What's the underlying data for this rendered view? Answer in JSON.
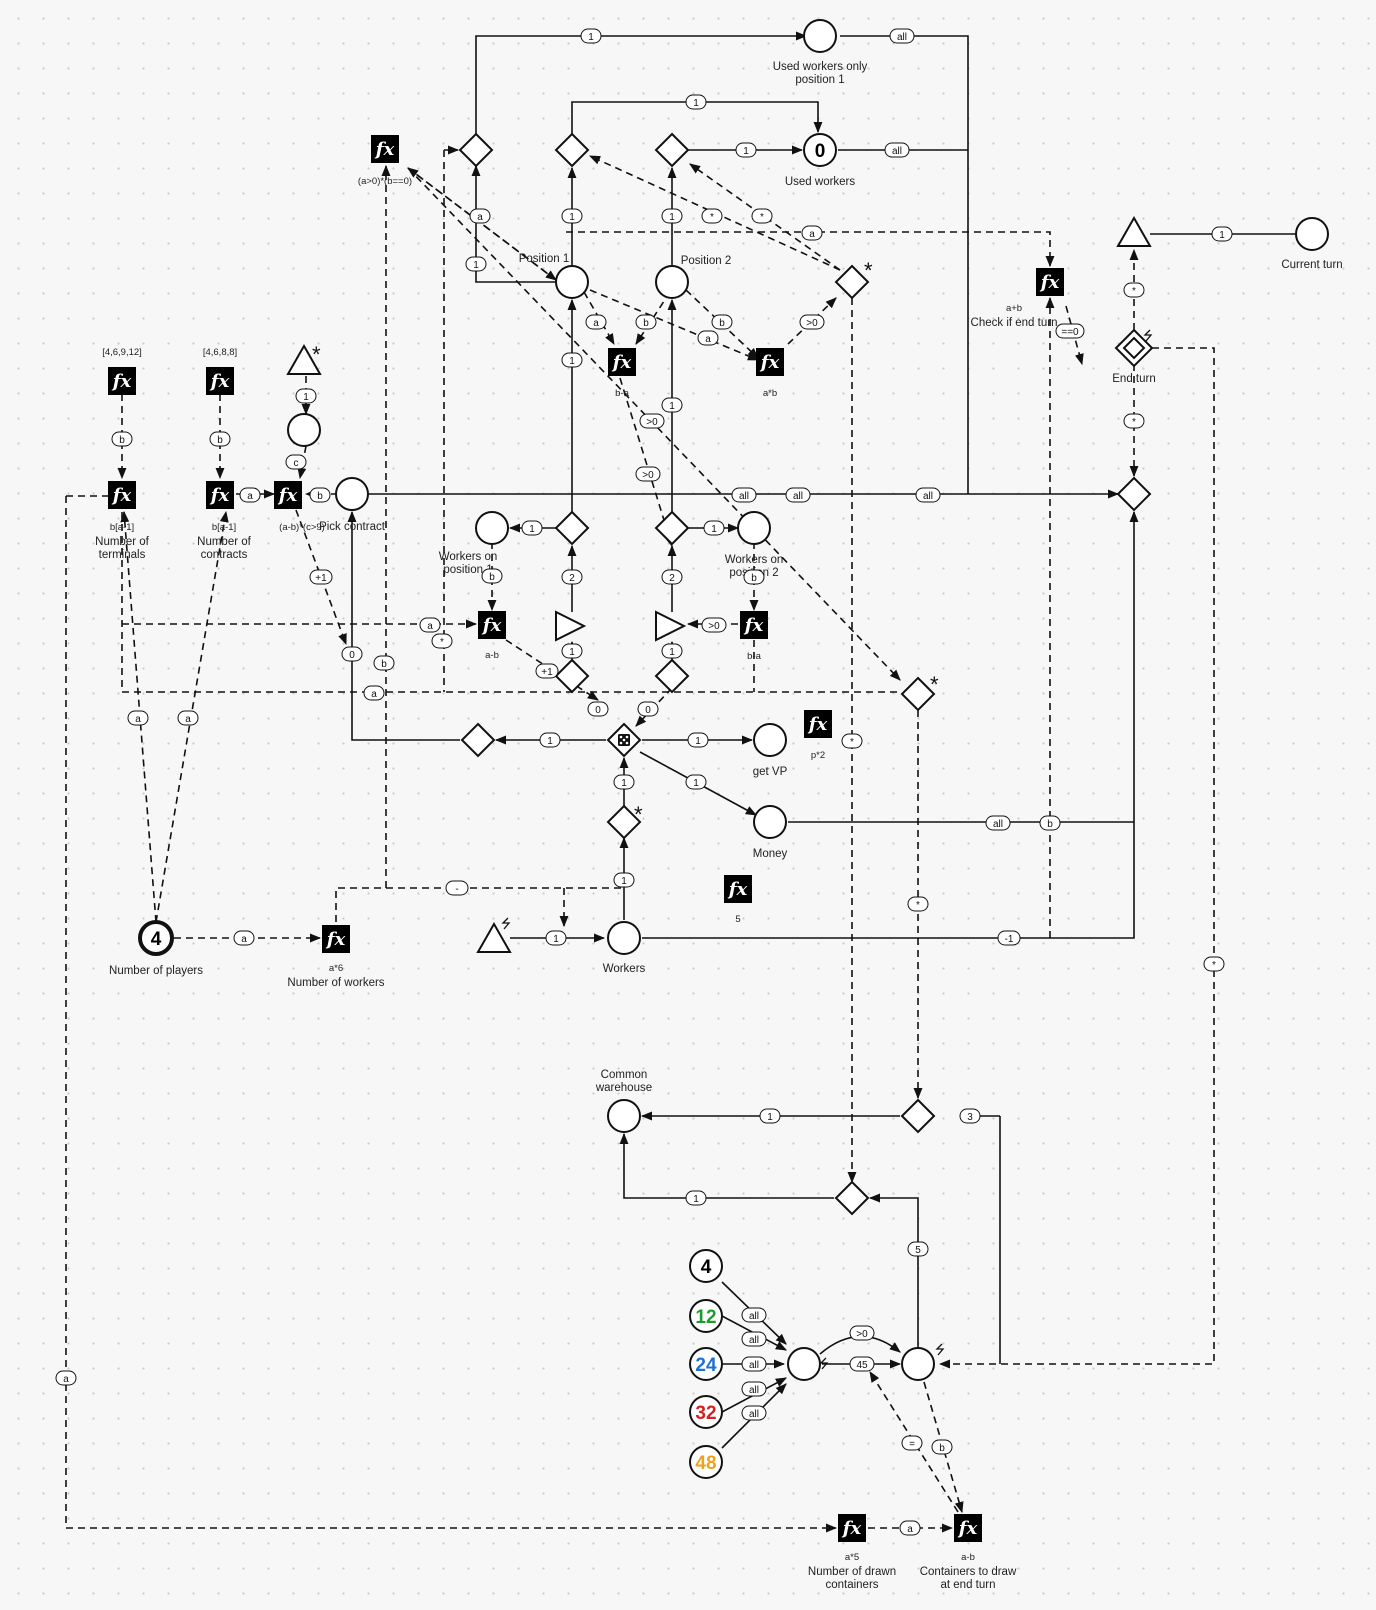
{
  "nodes": {
    "used_only_p1": "Used workers only\nposition 1",
    "used_workers": "Used workers",
    "used_workers_value": "0",
    "current_turn": "Current turn",
    "end_turn": "End turn",
    "check_end_turn": "Check if end turn",
    "check_end_turn_formula": "a+b",
    "position1": "Position 1",
    "position2": "Position 2",
    "workers_on_p1": "Workers on\nposition 1",
    "workers_on_p2": "Workers on\nposition 2",
    "pick_contract": "Pick contract",
    "num_terminals": "Number of\nterminals",
    "num_terminals_formula": "b[a-1]",
    "num_contracts": "Number of\ncontracts",
    "num_contracts_formula": "b[a-1]",
    "terminals_list": "[4,6,9,12]",
    "contracts_list": "[4,6,8,8]",
    "contract_formula": "(a-b)*(c>9)",
    "cond_formula": "(a>0)*(b==0)",
    "number_of_players": "Number of players",
    "players_value": "4",
    "number_of_workers": "Number of workers",
    "workers_formula": "a*6",
    "workers": "Workers",
    "get_vp": "get VP",
    "vp_formula": "p*2",
    "money": "Money",
    "five_formula": "5",
    "common_warehouse": "Common\nwarehouse",
    "drawn_containers": "Number of drawn\ncontainers",
    "drawn_formula": "a*5",
    "containers_to_draw": "Containers to draw\nat end turn",
    "containers_formula": "a-b",
    "f_amb": "a-b",
    "f_bma": "b-a",
    "f_bma2": "b-a",
    "f_atb": "a*b",
    "pool_4": "4",
    "pool_12": "12",
    "pool_24": "24",
    "pool_32": "32",
    "pool_48": "48",
    "fx": "fx"
  },
  "colors": {
    "pool_12": "#1a9e2a",
    "pool_24": "#1f6fd1",
    "pool_32": "#d42020",
    "pool_48": "#f0a21c"
  },
  "labels": {
    "one": "1",
    "two": "2",
    "three": "3",
    "five": "5",
    "zero": "0",
    "c45": "45",
    "all": "all",
    "a": "a",
    "b": "b",
    "c": "c",
    "star": "*",
    "gt0": ">0",
    "eq0": "==0",
    "plus1": "+1",
    "eq": "=",
    "dash": "-",
    "minus1": "-1"
  }
}
